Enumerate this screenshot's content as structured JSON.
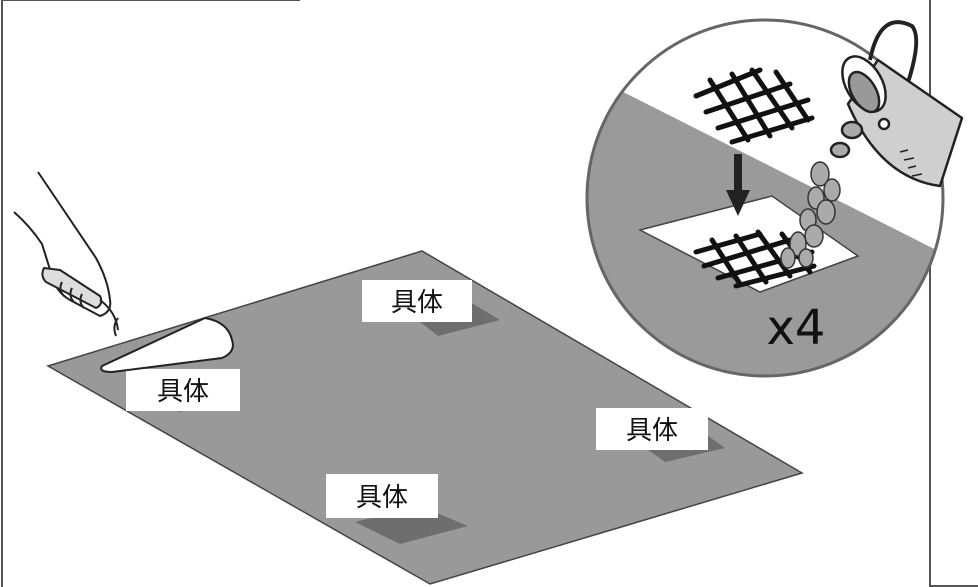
{
  "labels": {
    "top": "具体",
    "left": "具体",
    "right": "具体",
    "bottom": "具体"
  },
  "inset": {
    "multiplier": "x4"
  },
  "colors": {
    "slab": "#999999",
    "slab_stroke": "#444444",
    "inset_bg": "#9a9a9a",
    "recess": "#6e6e6e",
    "mesh": "#111111",
    "frame": "#555555",
    "label_bg": "#ffffff"
  },
  "icons": [
    "trowel-icon",
    "hand-icon",
    "bucket-icon",
    "down-arrow-icon",
    "rebar-mesh-icon",
    "gravel-icon"
  ]
}
